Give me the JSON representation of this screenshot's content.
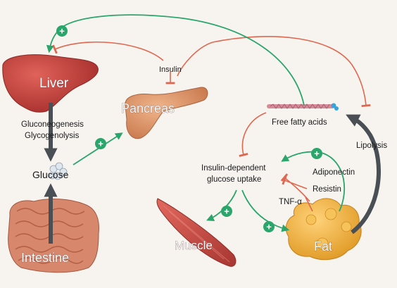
{
  "organs": {
    "liver": "Liver",
    "pancreas": "Pancreas",
    "glucose": "Glucose",
    "intestine": "Intestine",
    "muscle": "Muscle",
    "fat": "Fat"
  },
  "labels": {
    "insulin": "Insulin",
    "gluconeogenesis": "Gluconeogenesis",
    "glycogenolysis": "Glycogenolysis",
    "free_fatty_acids": "Free fatty acids",
    "lipolysis": "Lipolysis",
    "insulin_dependent_1": "Insulin-dependent",
    "insulin_dependent_2": "glucose uptake",
    "adiponectin": "Adiponectin",
    "resistin": "Resistin",
    "tnf_alpha": "TNF-α"
  },
  "signs": {
    "plus": "+"
  },
  "colors": {
    "stimulate": "#2aa56b",
    "inhibit": "#e0674f",
    "flow": "#4a4f55",
    "liver": "#c4403c",
    "pancreas": "#d9936a",
    "fat": "#f0b23a",
    "muscle": "#c94b43",
    "intestine": "#d7876c"
  }
}
